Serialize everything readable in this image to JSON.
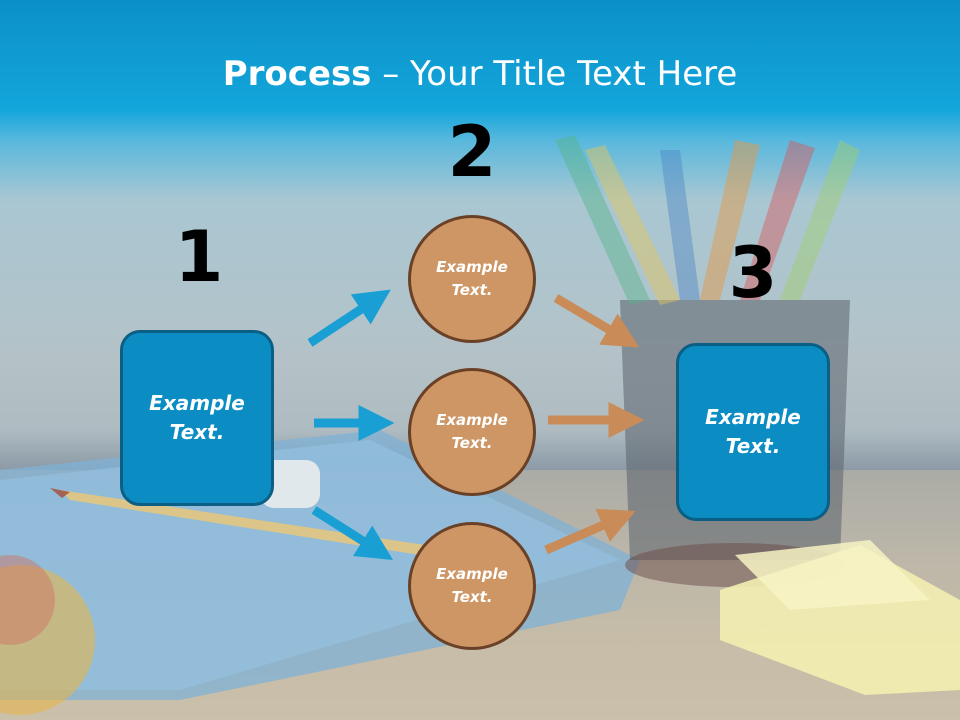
{
  "title": {
    "bold": "Process",
    "rest": " – Your Title Text Here"
  },
  "steps": [
    {
      "number": "1",
      "label": "Example Text."
    },
    {
      "number": "2",
      "label": "Example Text."
    },
    {
      "number": "3",
      "label": "Example Text."
    }
  ],
  "middle": [
    {
      "label": "Example Text."
    },
    {
      "label": "Example Text."
    },
    {
      "label": "Example Text."
    }
  ],
  "colors": {
    "blue": "#0b8dc4",
    "orange": "#cd9664",
    "blue_arrow": "#1a9fd4",
    "orange_arrow": "#c98b57"
  }
}
